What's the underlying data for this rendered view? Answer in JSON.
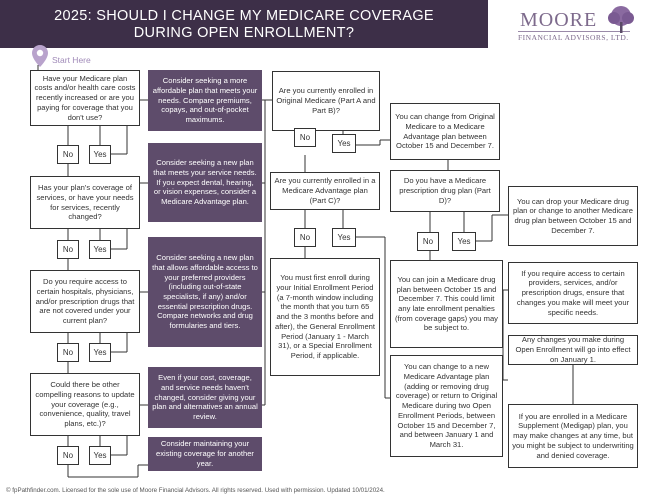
{
  "header": {
    "title_line1": "2025: SHOULD I CHANGE MY MEDICARE COVERAGE",
    "title_line2": "DURING OPEN ENROLLMENT?",
    "logo_name": "MOORE",
    "logo_tagline": "FINANCIAL ADVISORS, LTD."
  },
  "start_label": "Start Here",
  "yes": "Yes",
  "no": "No",
  "left_questions": [
    "Have your Medicare plan costs and/or health care costs recently increased or are you paying for coverage that you don't use?",
    "Has your plan's coverage of services, or have your needs for services, recently changed?",
    "Do you require access to certain hospitals, physicians, and/or prescription drugs that are not covered under your current plan?",
    "Could there be other compelling reasons to update your coverage (e.g., convenience, quality, travel plans, etc.)?"
  ],
  "left_actions": [
    "Consider seeking a more affordable plan that meets your needs. Compare premiums, copays, and out-of-pocket maximums.",
    "Consider seeking a new plan that meets your service needs. If you expect dental, hearing, or vision expenses, consider a Medicare Advantage plan.",
    "Consider seeking a new plan that allows affordable access to your preferred providers (including out-of-state specialists, if any) and/or essential prescription drugs. Compare networks and drug formularies and tiers.",
    "Even if your cost, coverage, and service needs haven't changed, consider giving your plan and alternatives an annual review.",
    "Consider maintaining your existing coverage for another year."
  ],
  "middle": {
    "q_original": "Are you currently enrolled in Original Medicare (Part A and Part B)?",
    "q_advantage": "Are you currently enrolled in a Medicare Advantage plan (Part C)?",
    "initial_enrollment": "You must first enroll during your Initial Enrollment Period (a 7-month window including the month that you turn 65 and the 3 months before and after), the General Enrollment Period (January 1 - March 31), or a Special Enrollment Period, if applicable."
  },
  "right": {
    "change_to_advantage": "You can change from Original Medicare to a Medicare Advantage plan between October 15 and December 7.",
    "q_drug_plan": "Do you have a Medicare prescription drug plan (Part D)?",
    "join_drug_plan": "You can join a Medicare drug plan between October 15 and December 7. This could limit any late enrollment penalties (from coverage gaps) you may be subject to.",
    "change_advantage_plan": "You can change to a new Medicare Advantage plan (adding or removing drug coverage) or return to Original Medicare during two Open Enrollment Periods, between October 15 and December 7, and between January 1 and March 31.",
    "drop_drug_plan": "You can drop your Medicare drug plan or change to another Medicare drug plan between October 15 and December 7.",
    "access_providers": "If you require access to certain providers, services, and/or prescription drugs, ensure that changes you make will meet your specific needs.",
    "changes_effect": "Any changes you make during Open Enrollment will go into effect on January 1.",
    "medigap": "If you are enrolled in a Medicare Supplement (Medigap) plan, you may make changes at any time, but you might be subject to underwriting and denied coverage."
  },
  "footer": "© fpPathfinder.com. Licensed for the sole use of Moore Financial Advisors. All rights reserved. Used with permission. Updated 10/01/2024."
}
